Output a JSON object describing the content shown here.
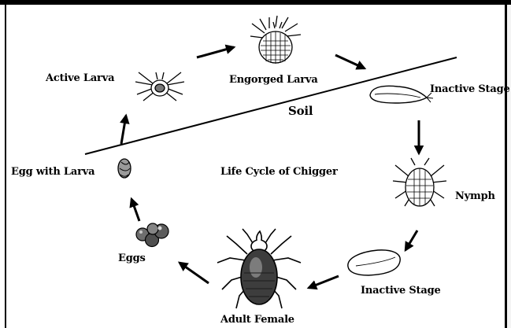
{
  "diagram": {
    "center_title": "Life Cycle of Chigger",
    "soil_label": "Soil",
    "stages": {
      "active_larva": "Active Larva",
      "engorged_larva": "Engorged Larva",
      "inactive_stage_top": "Inactive Stage",
      "nymph": "Nymph",
      "inactive_stage_bottom": "Inactive Stage",
      "adult_female": "Adult Female",
      "eggs": "Eggs",
      "egg_with_larva": "Egg with Larva"
    }
  }
}
